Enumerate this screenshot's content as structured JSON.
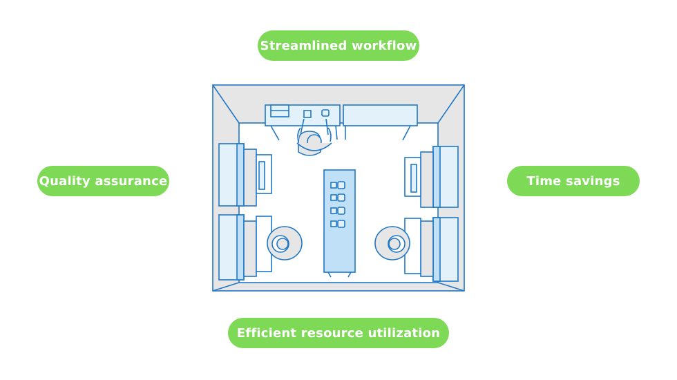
{
  "labels": {
    "top": "Streamlined workflow",
    "left": "Quality assurance",
    "right": "Time savings",
    "bottom": "Efficient resource utilization"
  },
  "colors": {
    "pill": "#7ed957",
    "line": "#1f77c4",
    "fill_light": "#e3f1fb",
    "fill_mid": "#bfe0f6",
    "wall": "#e6e6e6"
  }
}
